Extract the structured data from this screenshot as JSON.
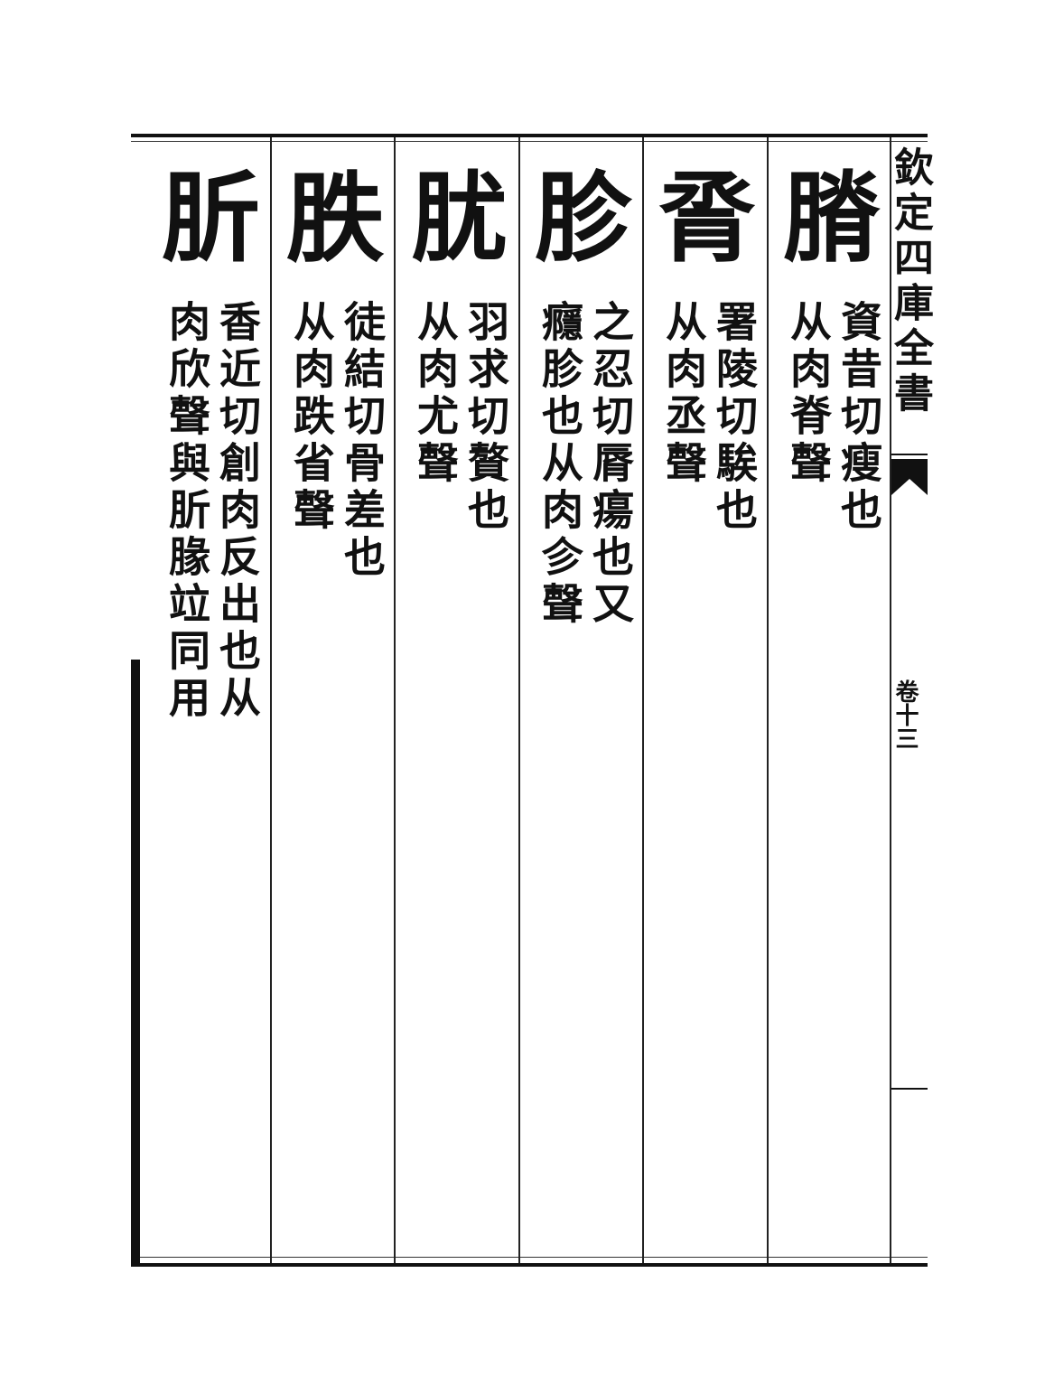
{
  "margin": {
    "book_title": "欽定四庫全書",
    "volume": "卷十三"
  },
  "entries": [
    {
      "seal": "膌",
      "lines": [
        "資昔切瘦也",
        "从肉脊聲"
      ]
    },
    {
      "seal": "脀",
      "lines": [
        "署陵切騃也",
        "从肉丞聲"
      ]
    },
    {
      "seal": "胗",
      "lines": [
        "之忍切脣瘍也又",
        "癮胗也从肉㐱聲"
      ]
    },
    {
      "seal": "肬",
      "lines": [
        "羽求切贅也",
        "从肉尤聲"
      ]
    },
    {
      "seal": "胅",
      "lines": [
        "徒結切骨差也",
        "从肉跌省聲"
      ]
    },
    {
      "seal": "肵",
      "lines": [
        "香近切創肉反出也从",
        "肉欣聲與肵腞竝同用"
      ]
    }
  ]
}
